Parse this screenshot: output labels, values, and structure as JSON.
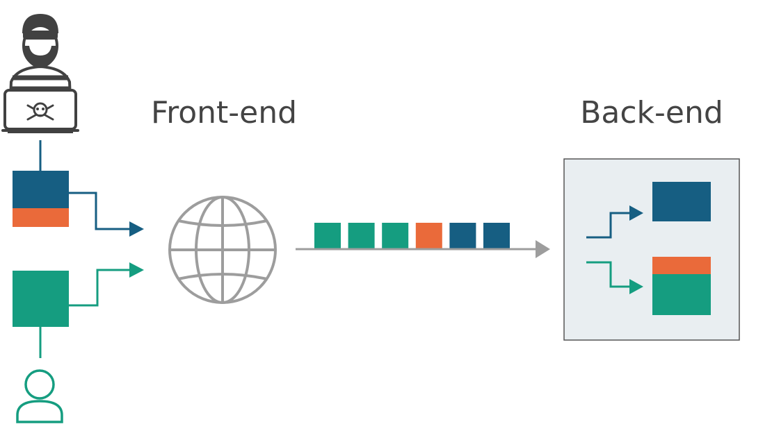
{
  "labels": {
    "frontend": "Front-end",
    "backend": "Back-end"
  },
  "colors": {
    "navy": "#165e82",
    "teal": "#159d80",
    "orange": "#ea6a3a",
    "gray": "#9d9d9d",
    "dark": "#414141",
    "text": "#444444",
    "panel": "#e9eef1",
    "panel_border": "#555555"
  },
  "icons": {
    "attacker": "hacker-with-laptop-icon",
    "laptop_emblem": "skull-crossbones-icon",
    "user": "user-person-icon",
    "server": "globe-icon"
  },
  "request_queue": [
    "teal",
    "teal",
    "teal",
    "orange",
    "navy",
    "navy"
  ]
}
